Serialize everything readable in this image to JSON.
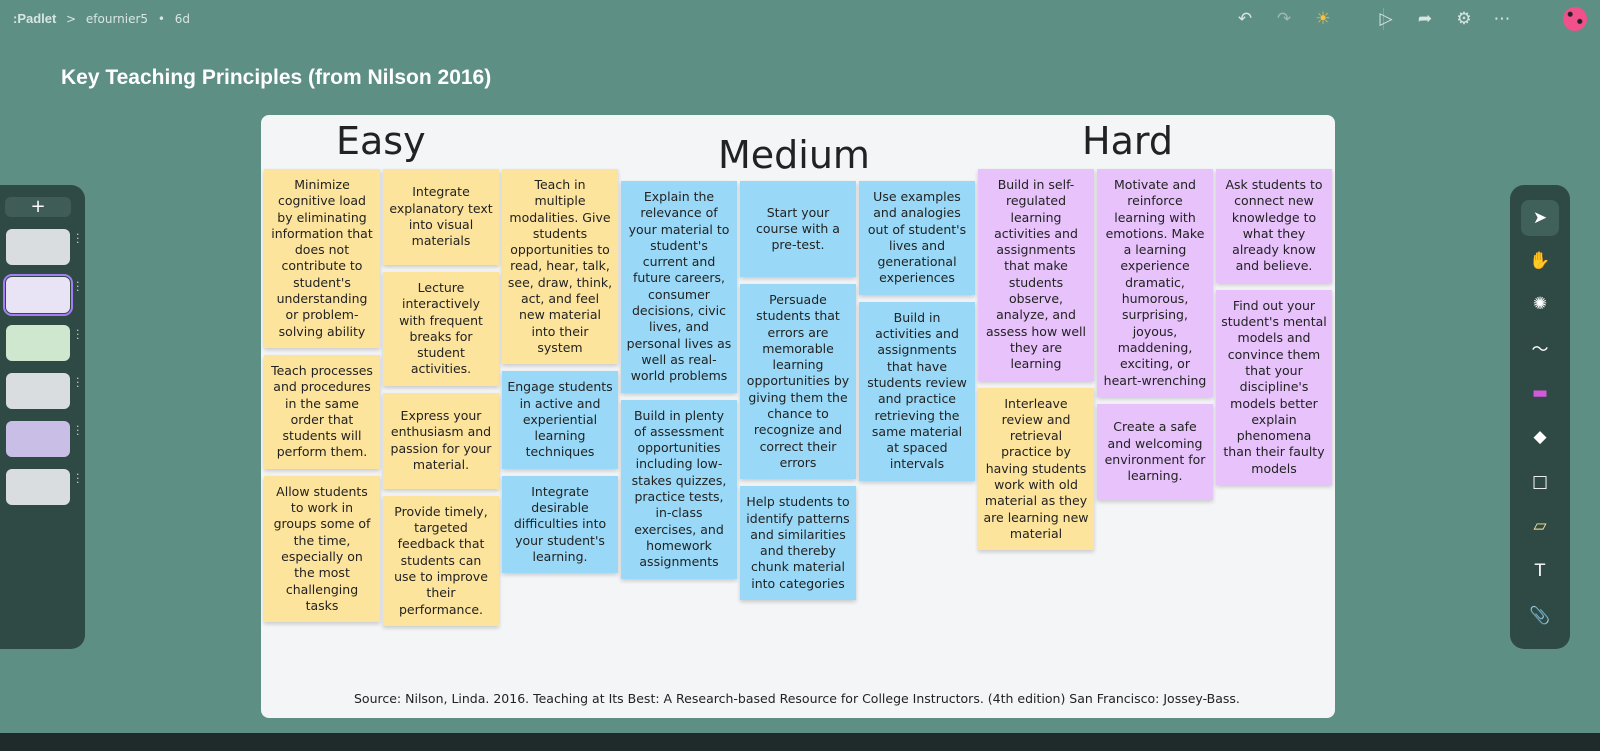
{
  "topbar": {
    "logo": ":Padlet",
    "breadcrumb_sep": ">",
    "user": "efournier5",
    "dot": "•",
    "age": "6d",
    "icons": [
      "undo-icon",
      "redo-icon",
      "brightness-icon",
      "play-icon",
      "share-icon",
      "gear-icon",
      "more-icon"
    ]
  },
  "page_title": "Key Teaching Principles (from Nilson 2016)",
  "board": {
    "headings": {
      "easy": "Easy",
      "medium": "Medium",
      "hard": "Hard"
    },
    "notes": [
      {
        "text": "Minimize cognitive load by eliminating information that does not contribute to student's understanding or problem-solving ability",
        "color": "yellow"
      },
      {
        "text": "Integrate explanatory text into visual materials",
        "color": "yellow"
      },
      {
        "text": "Teach in multiple modalities. Give students opportunities to read, hear, talk, see, draw, think, act, and feel new material into their system",
        "color": "yellow"
      },
      {
        "text": "Teach processes and procedures in the same order that students will perform them.",
        "color": "yellow"
      },
      {
        "text": "Allow students to work in groups some of the time, especially on the most challenging tasks",
        "color": "yellow"
      },
      {
        "text": "Lecture interactively with frequent breaks for student activities.",
        "color": "yellow"
      },
      {
        "text": "Express your enthusiasm and passion for your material.",
        "color": "yellow"
      },
      {
        "text": "Provide timely, targeted feedback that students can use to improve their performance.",
        "color": "yellow"
      },
      {
        "text": "Explain the relevance of your material to student's current and future careers, consumer decisions, civic lives, and personal lives as well as real-world problems",
        "color": "blue"
      },
      {
        "text": "Start your course with a pre-test.",
        "color": "blue"
      },
      {
        "text": "Use examples and analogies out of student's lives and generational experiences",
        "color": "blue"
      },
      {
        "text": "Integrate desirable difficulties into your student's learning.",
        "color": "blue"
      },
      {
        "text": "Engage students in active and experiential learning techniques",
        "color": "blue"
      },
      {
        "text": "Build in plenty of assessment opportunities including low-stakes quizzes, practice tests, in-class exercises, and homework assignments",
        "color": "blue"
      },
      {
        "text": "Persuade students that errors are memorable learning opportunities by giving them the chance to recognize and correct their errors",
        "color": "blue"
      },
      {
        "text": "Build in activities and assignments that have students review and practice retrieving the same material at spaced intervals",
        "color": "blue"
      },
      {
        "text": "Help students to identify patterns and similarities and thereby chunk material into categories",
        "color": "blue"
      },
      {
        "text": "Motivate and reinforce learning with emotions. Make a learning experience dramatic, humorous, surprising, joyous, maddening, exciting, or heart-wrenching",
        "color": "purple"
      },
      {
        "text": "Ask students to connect new knowledge to what they already know and believe.",
        "color": "purple"
      },
      {
        "text": "Build in self-regulated learning activities and assignments that make students observe, analyze, and assess how well they are learning",
        "color": "purple"
      },
      {
        "text": "Find out your student's mental models and convince them that your discipline's models better explain phenomena than their faulty models",
        "color": "purple"
      },
      {
        "text": "Create a safe and welcoming environment for learning.",
        "color": "purple"
      },
      {
        "text": "Interleave review and retrieval practice by having students work with old material as they are learning new material",
        "color": "yellow"
      }
    ],
    "source": "Source: Nilson, Linda. 2016. Teaching at Its Best: A Research-based Resource for College Instructors. (4th edition) San Francisco: Jossey-Bass."
  },
  "left_panel": {
    "add_label": "+",
    "slides": 6,
    "selected_slide": 2
  },
  "right_toolbar": {
    "tools": [
      "select-icon",
      "hand-icon",
      "magic-icon",
      "pen-icon",
      "highlighter-icon",
      "eraser-icon",
      "shape-icon",
      "sticky-note-icon",
      "text-icon",
      "attachment-icon"
    ],
    "glyphs": [
      "➤",
      "✋",
      "✺",
      "〜",
      "▬",
      "◆",
      "□",
      "▱",
      "T",
      "📎"
    ]
  },
  "colors": {
    "background": "#5e8f85",
    "yellow": "#fde49c",
    "blue": "#99d9f7",
    "purple": "#e7c2fb"
  }
}
